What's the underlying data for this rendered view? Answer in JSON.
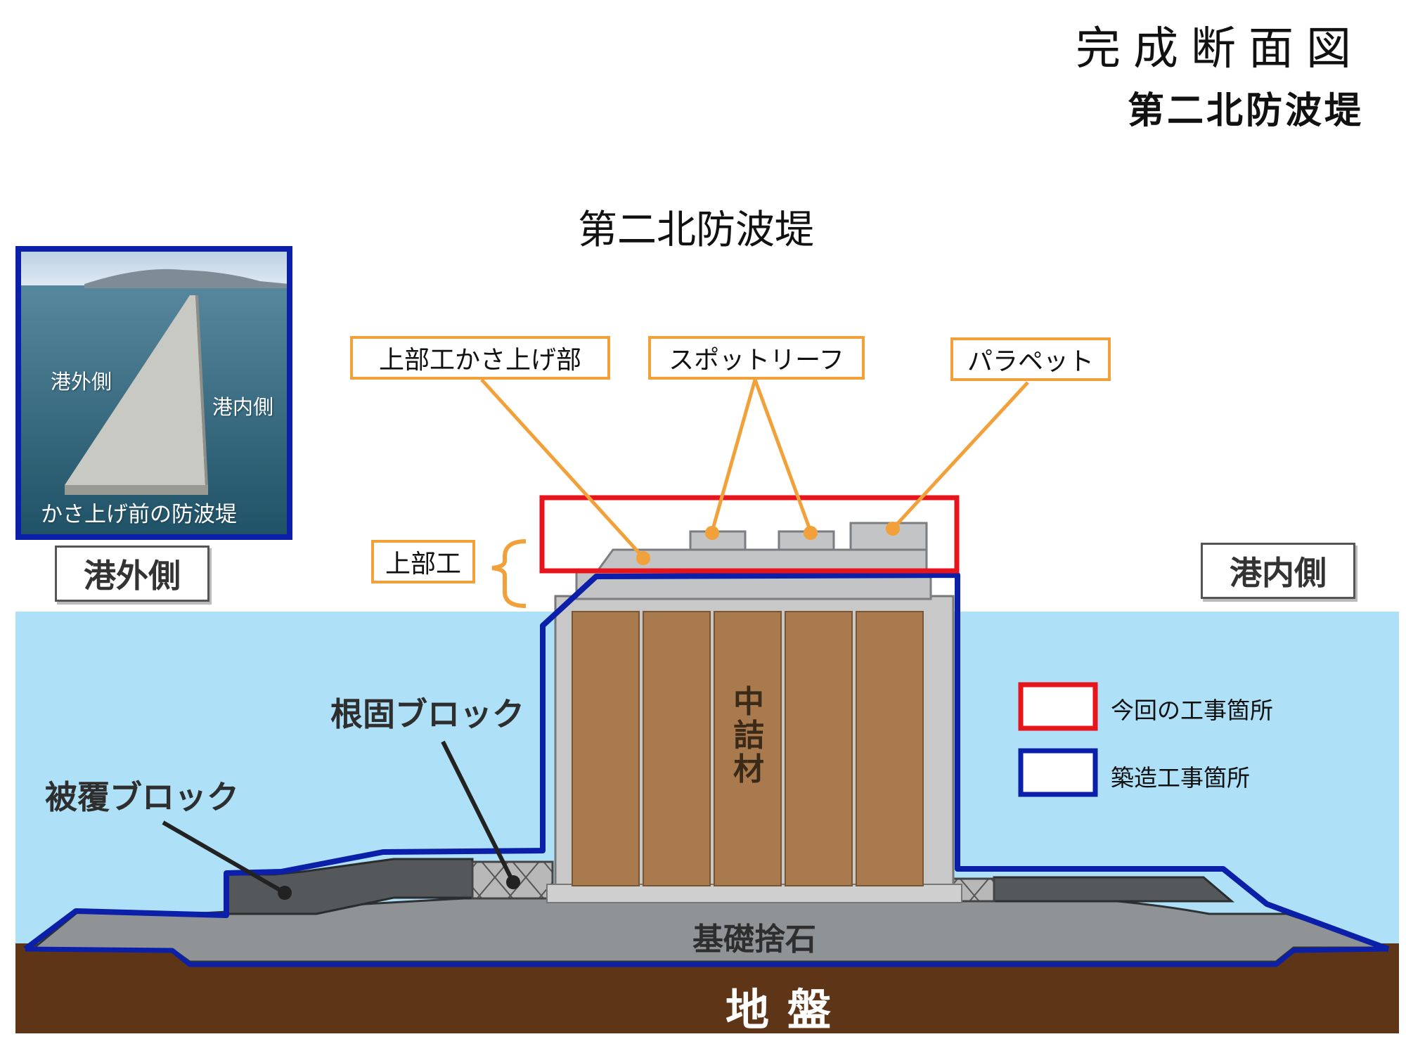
{
  "title": "完成断面図",
  "subtitle": "第二北防波堤",
  "diagram_title": "第二北防波堤",
  "photo": {
    "outer_side": "港外側",
    "inner_side": "港内側",
    "caption": "かさ上げ前の防波堤"
  },
  "side_labels": {
    "outer": "港外側",
    "inner": "港内側"
  },
  "callouts": {
    "raise": "上部工かさ上げ部",
    "spot": "スポットリーフ",
    "parapet": "パラペット",
    "superstructure": "上部工"
  },
  "components": {
    "filler": "中詰材",
    "root_block": "根固ブロック",
    "armor_block": "被覆ブロック",
    "foundation": "基礎捨石",
    "ground": "地盤"
  },
  "legend": {
    "current": {
      "label": "今回の工事箇所",
      "color": "#e8141c"
    },
    "built": {
      "label": "築造工事箇所",
      "color": "#0b1fa8"
    }
  },
  "colors": {
    "sea": "#aee0f7",
    "ground": "#5f3518",
    "rubble": "#909396",
    "caisson": "#a87a4e",
    "callout_border": "#f2a13a"
  }
}
